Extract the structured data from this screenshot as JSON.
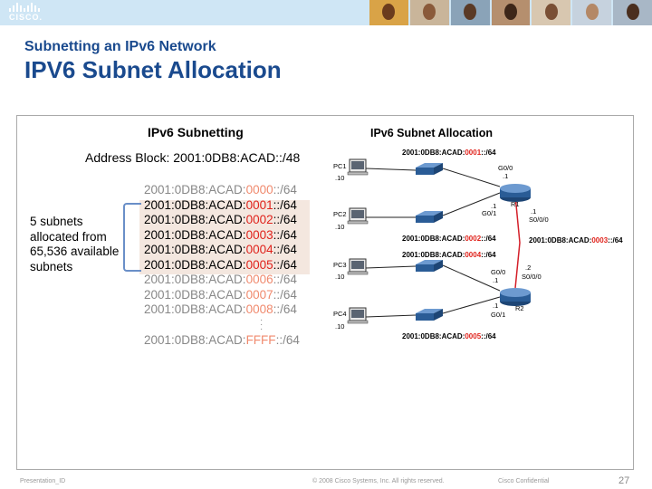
{
  "header": {
    "logo_text": "CISCO."
  },
  "slide": {
    "subtitle": "Subnetting an IPv6 Network",
    "title": "IPV6 Subnet Allocation"
  },
  "figure": {
    "left": {
      "heading": "IPv6 Subnetting",
      "address_block": "Address Block: 2001:0DB8:ACAD::/48",
      "subnets": [
        {
          "prefix": "2001:0DB8:ACAD:",
          "id": "0000",
          "suffix": "::/64"
        },
        {
          "prefix": "2001:0DB8:ACAD:",
          "id": "0001",
          "suffix": "::/64"
        },
        {
          "prefix": "2001:0DB8:ACAD:",
          "id": "0002",
          "suffix": "::/64"
        },
        {
          "prefix": "2001:0DB8:ACAD:",
          "id": "0003",
          "suffix": "::/64"
        },
        {
          "prefix": "2001:0DB8:ACAD:",
          "id": "0004",
          "suffix": "::/64"
        },
        {
          "prefix": "2001:0DB8:ACAD:",
          "id": "0005",
          "suffix": "::/64"
        },
        {
          "prefix": "2001:0DB8:ACAD:",
          "id": "0006",
          "suffix": "::/64"
        },
        {
          "prefix": "2001:0DB8:ACAD:",
          "id": "0007",
          "suffix": "::/64"
        },
        {
          "prefix": "2001:0DB8:ACAD:",
          "id": "0008",
          "suffix": "::/64"
        }
      ],
      "last_subnet": {
        "prefix": "2001:0DB8:ACAD:",
        "id": "FFFF",
        "suffix": "::/64"
      },
      "note_lines": [
        "5 subnets",
        "allocated from",
        "65,536 available",
        "subnets"
      ]
    },
    "right": {
      "heading": "IPv6 Subnet Allocation",
      "nets": {
        "n1": {
          "prefix": "2001:0DB8:ACAD:",
          "id": "0001",
          "suffix": "::/64"
        },
        "n2": {
          "prefix": "2001:0DB8:ACAD:",
          "id": "0002",
          "suffix": "::/64"
        },
        "n3": {
          "prefix": "2001:0DB8:ACAD:",
          "id": "0003",
          "suffix": "::/64"
        },
        "n4": {
          "prefix": "2001:0DB8:ACAD:",
          "id": "0004",
          "suffix": "::/64"
        },
        "n5": {
          "prefix": "2001:0DB8:ACAD:",
          "id": "0005",
          "suffix": "::/64"
        }
      },
      "pcs": [
        {
          "name": "PC1",
          "host": ".10"
        },
        {
          "name": "PC2",
          "host": ".10"
        },
        {
          "name": "PC3",
          "host": ".10"
        },
        {
          "name": "PC4",
          "host": ".10"
        }
      ],
      "routers": {
        "r1": "R1",
        "r2": "R2"
      },
      "interfaces": {
        "r1_g00": "G0/0",
        "r1_g00_host": ".1",
        "r1_g01": "G0/1",
        "r1_g01_host": ".1",
        "r1_s000": "S0/0/0",
        "r1_s000_host": ".1",
        "r2_g00": "G0/0",
        "r2_g00_host": ".1",
        "r2_s000": "S0/0/0",
        "r2_s000_host": ".2",
        "r2_g01": "G0/1",
        "r2_g01_host": ".1"
      }
    }
  },
  "footer": {
    "presentation_id": "Presentation_ID",
    "copyright": "© 2008 Cisco Systems, Inc. All rights reserved.",
    "confidential": "Cisco Confidential",
    "page": "27"
  },
  "colors": {
    "title_blue": "#1a4a8e",
    "highlight_red": "#e0221b",
    "bracket_blue": "#6a8fc8",
    "header_band": "#cfe6f5",
    "router_blue": "#2a5c96"
  }
}
